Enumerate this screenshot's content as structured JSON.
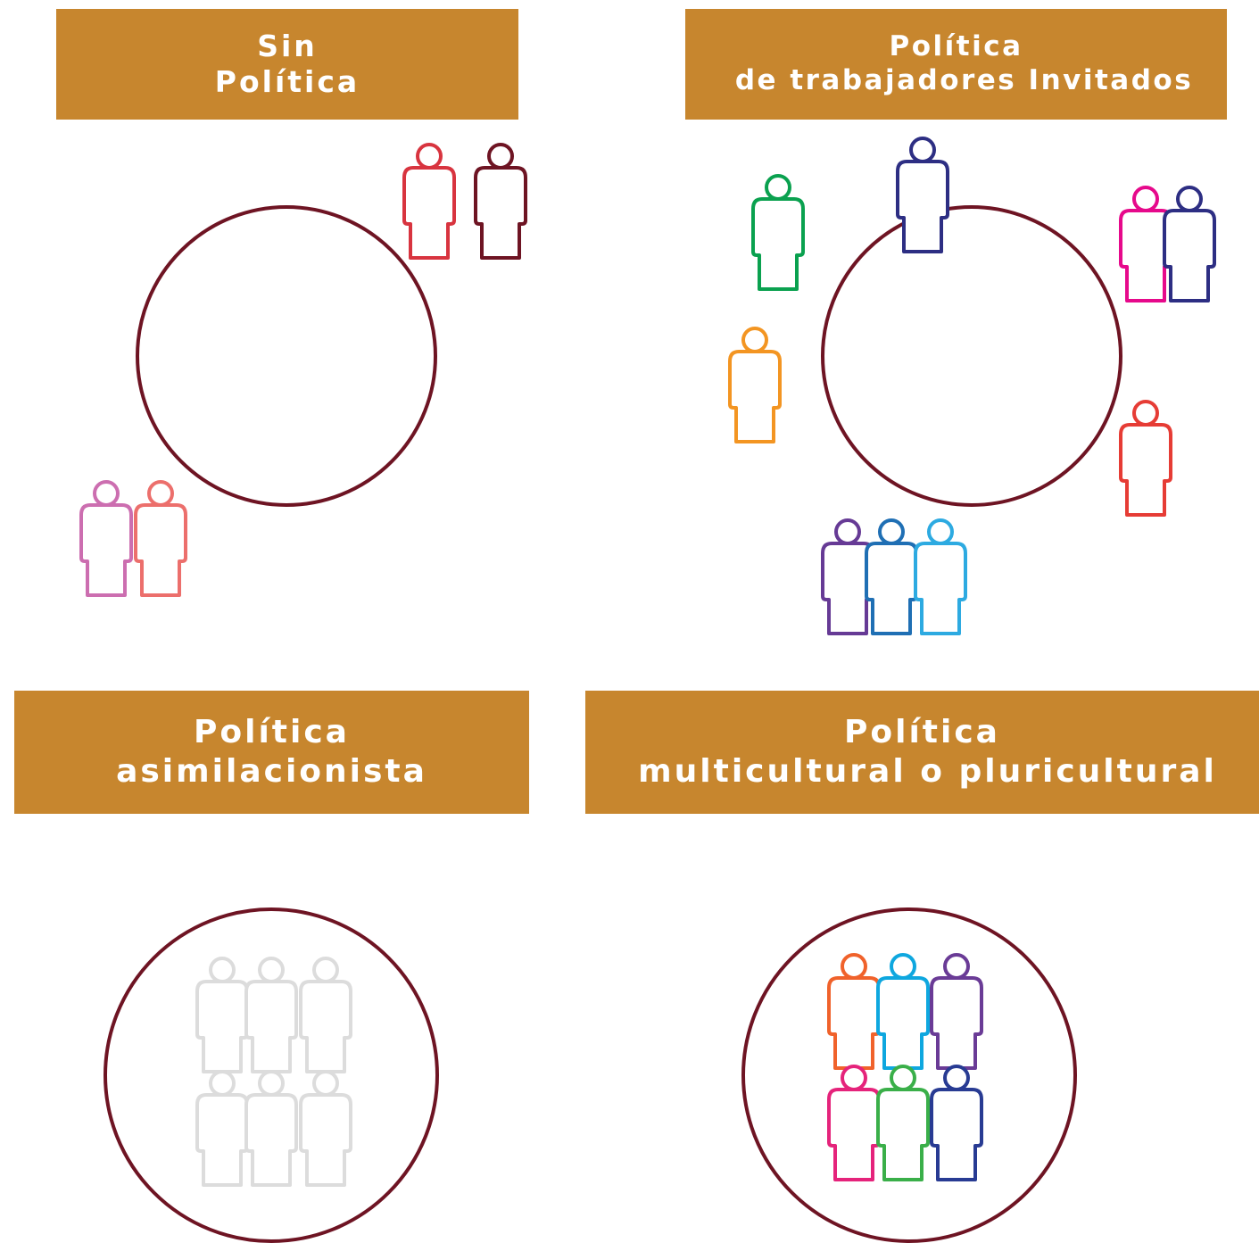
{
  "panels": {
    "sin_politica": {
      "line1": "Sin",
      "line2": "Política"
    },
    "trabajadores_invitados": {
      "line1": "Política",
      "line2": "de trabajadores Invitados"
    },
    "asimilacionista": {
      "line1": "Política",
      "line2": "asimilacionista"
    },
    "multicultural": {
      "line1": "Política",
      "line2": "multicultural o pluricultural"
    }
  },
  "colors": {
    "banner": "#c7862e",
    "circle": "#6e1423",
    "assimilated_gray": "#dcdcdc",
    "people": [
      "#d8343f",
      "#6e1423",
      "#cc6eb0",
      "#ec6f6c",
      "#0aa14f",
      "#2d2e83",
      "#e6098b",
      "#f39522",
      "#e63c35",
      "#663a95",
      "#1f6fb4",
      "#2daae1",
      "#f0622b",
      "#0ea7df",
      "#6a3b96",
      "#e5237b",
      "#3aaf49",
      "#283b93"
    ]
  },
  "icons": [
    "person-icon",
    "circle-outline"
  ]
}
